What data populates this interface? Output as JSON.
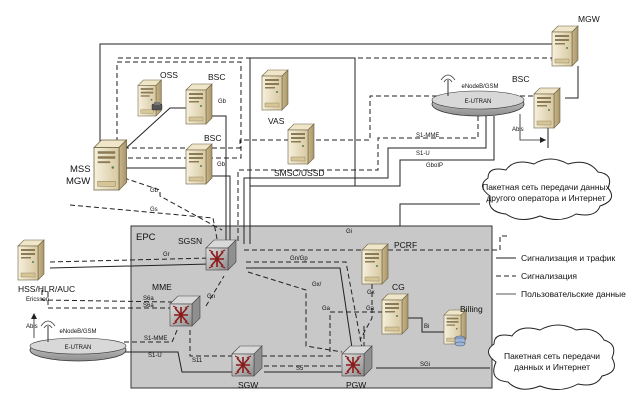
{
  "nodes": {
    "mgw_top": "MGW",
    "oss": "OSS",
    "bsc_top": "BSC",
    "bsc_mid": "BSC",
    "vas": "VAS",
    "smsc_ussd": "SMSC/USSD",
    "bsc_right": "BSC",
    "mss_mgw_line1": "MSS",
    "mss_mgw_line2": "MGW",
    "hss": "HSS/HLR/AUC",
    "hss_vendor": "Ericsson",
    "sgsn": "SGSN",
    "mme": "MME",
    "pcrf": "PCRF",
    "cg": "CG",
    "billing": "Billing",
    "sgw": "SGW",
    "pgw": "PGW",
    "epc": "EPC",
    "enodeb_top": "eNodeB/GSM",
    "eutran_top": "E-UTRAN",
    "enodeb_bottom": "eNodeB/GSM",
    "eutran_bottom": "E-UTRAN"
  },
  "interfaces": {
    "gb1": "Gb",
    "gb2": "Gb",
    "gb3": "Gb",
    "gs": "Gs",
    "gr": "Gr",
    "s6a_1": "S6a",
    "s6a_2": "S6a",
    "gn": "Gn",
    "gn_gp": "Gn/Gp",
    "gx": "Gx",
    "gxl": "Gx/",
    "ga1": "Ga",
    "ga2": "Ga",
    "bi": "Bi",
    "s1mme_top": "S1-MME",
    "s1u_top": "S1-U",
    "gboip": "GboIP",
    "abis_top": "Abis",
    "abis_bottom": "Abis",
    "s1mme_bottom": "S1-MME",
    "s1u_bottom": "S1-U",
    "s11": "S11",
    "s5": "S5",
    "sgi": "SGi",
    "gi": "Gi"
  },
  "clouds": {
    "other_operator": [
      "Пакетная сеть передачи данных",
      "другого оператора и Интернет"
    ],
    "internet": [
      "Пакетная сеть передачи",
      "данных и Интернет"
    ]
  },
  "legend": {
    "signaling_traffic": "Сигнализация и трафик",
    "signaling": "Сигнализация",
    "user_data": "Пользовательские данные"
  },
  "colors": {
    "epc_fill": "#c8c8c8",
    "server_light": "#f3ecd8",
    "server_dark": "#d9cba4",
    "router_body": "#b8b8b8",
    "eutran_fill": "#bdbdbd"
  }
}
